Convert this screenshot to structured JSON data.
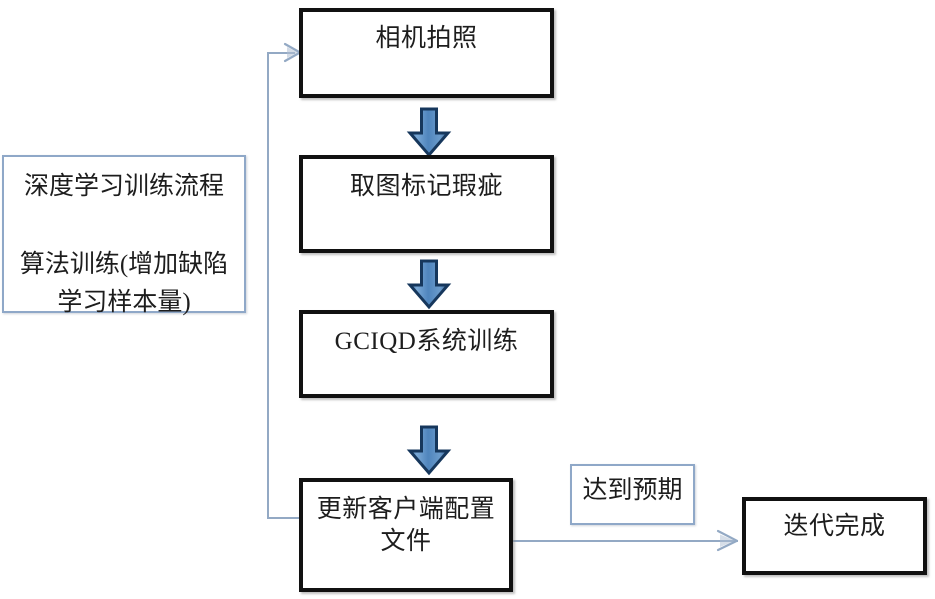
{
  "diagram": {
    "title_hint": "深度学习训练流程",
    "nodes": {
      "left_note": {
        "name": "training-process-note",
        "text": "深度学习训练流程\n\n算法训练(增加缺陷\n学习样本量)"
      },
      "step1": {
        "name": "camera-capture",
        "text": "相机拍照"
      },
      "step2": {
        "name": "mark-defects",
        "text": "取图标记瑕疵"
      },
      "step3": {
        "name": "gciqd-system-training",
        "text": "GCIQD系统训练"
      },
      "step4": {
        "name": "update-client-config",
        "text": "更新客户端配置\n文件"
      },
      "condition": {
        "name": "meets-expectation-label",
        "text": "达到预期"
      },
      "end": {
        "name": "iteration-complete",
        "text": "迭代完成"
      }
    },
    "colors": {
      "box_border": "#111111",
      "note_border": "#8fa8c8",
      "arrow_fill_light": "#6f9fd0",
      "arrow_fill_mid": "#4a80b8",
      "arrow_outline": "#16375c",
      "connector": "#93a9c4",
      "text": "#1d1d1d",
      "background": "#ffffff"
    },
    "edges": [
      {
        "name": "edge-step1-step2",
        "kind": "fat-arrow",
        "direction": "down",
        "from": "step1",
        "to": "step2"
      },
      {
        "name": "edge-step2-step3",
        "kind": "fat-arrow",
        "direction": "down",
        "from": "step2",
        "to": "step3"
      },
      {
        "name": "edge-step3-step4",
        "kind": "fat-arrow",
        "direction": "down",
        "from": "step3",
        "to": "step4"
      },
      {
        "name": "edge-step4-end",
        "kind": "thin-arrow",
        "direction": "right",
        "from": "step4",
        "to": "end",
        "label": "达到预期"
      },
      {
        "name": "edge-feedback-loop",
        "kind": "thin-arrow",
        "direction": "up-right",
        "from": "step4",
        "to": "step1"
      }
    ]
  }
}
